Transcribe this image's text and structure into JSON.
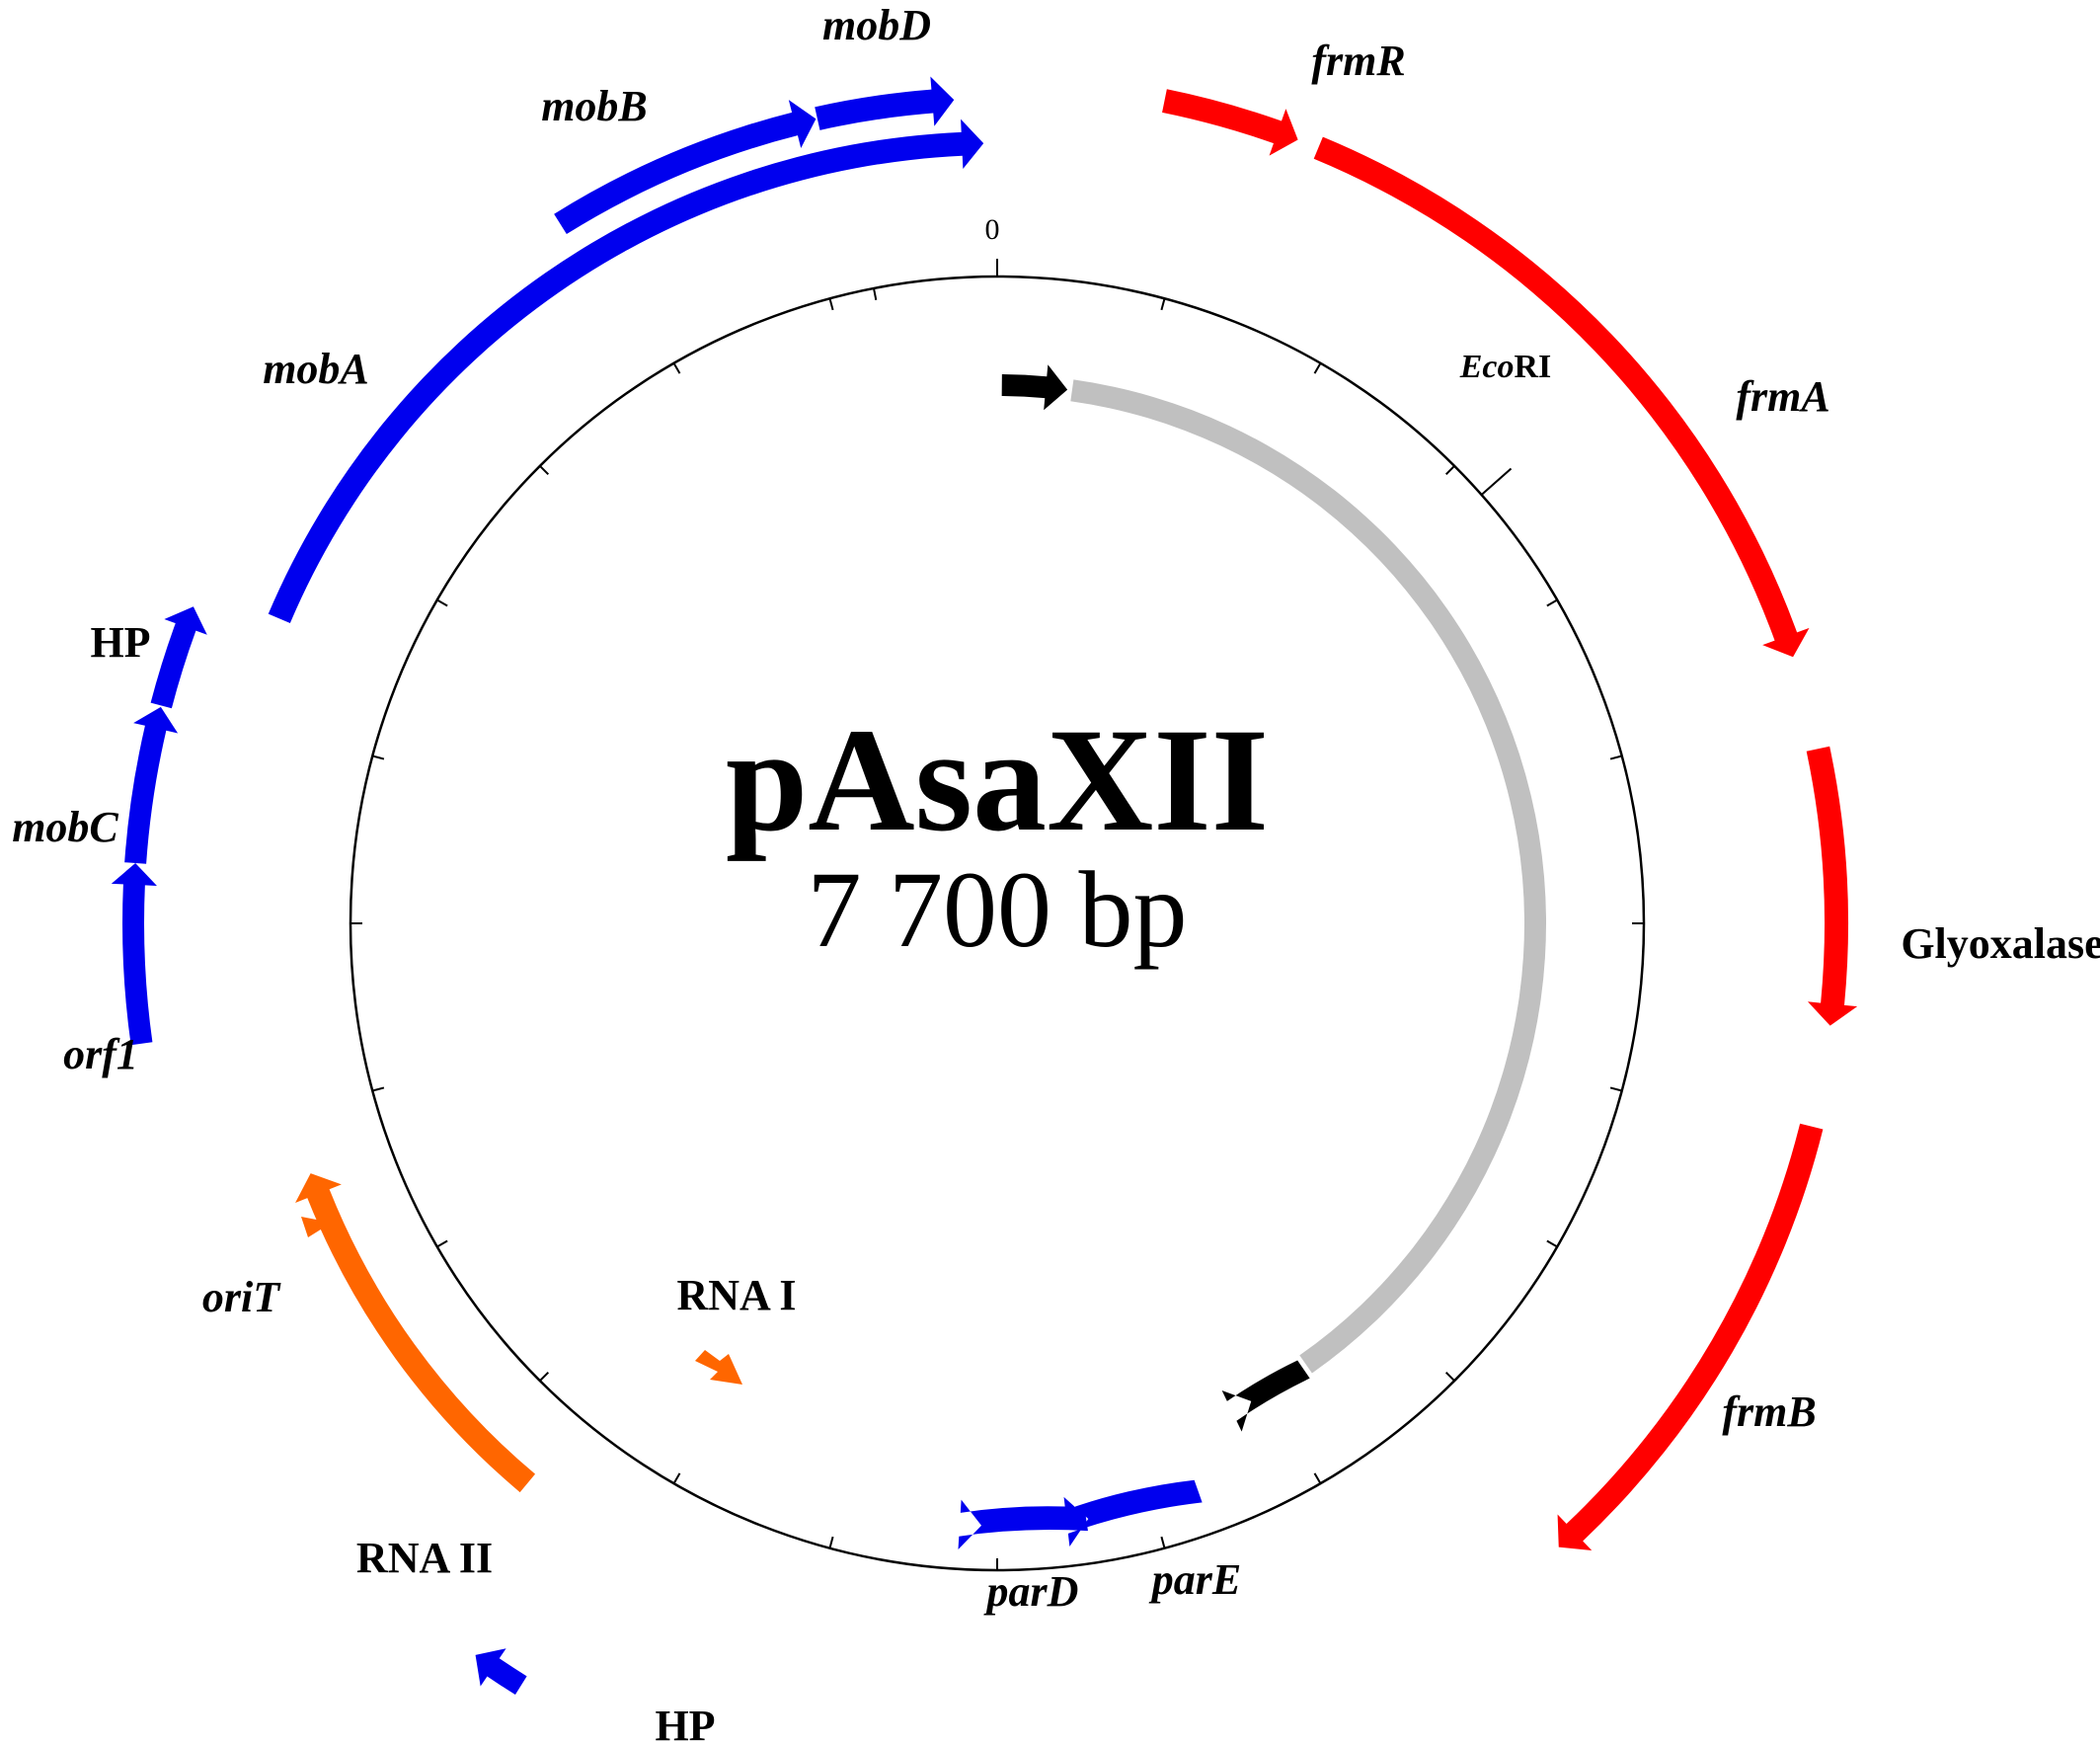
{
  "plasmid": {
    "name": "pAsaXII",
    "size": "7 700 bp",
    "origin_label": "0",
    "site": {
      "italic": "Eco",
      "plain": "RI"
    }
  },
  "colors": {
    "mob": "#0000ee",
    "frm": "#ff0000",
    "rep": "#ff6600",
    "insert": "#c0c0c0",
    "arrow": "#000000",
    "circle": "#000000"
  },
  "genes": [
    {
      "key": "mobD",
      "label": "mobD",
      "italic": true
    },
    {
      "key": "mobB",
      "label": "mobB",
      "italic": true
    },
    {
      "key": "mobA",
      "label": "mobA",
      "italic": true
    },
    {
      "key": "hp1",
      "label": "HP",
      "italic": false
    },
    {
      "key": "mobC",
      "label": "mobC",
      "italic": true
    },
    {
      "key": "orf1",
      "label": "orf1",
      "italic": true
    },
    {
      "key": "oriT",
      "label": "oriT",
      "italic": true
    },
    {
      "key": "rna1",
      "label": "RNA I",
      "italic": false
    },
    {
      "key": "rna2",
      "label": "RNA II",
      "italic": false
    },
    {
      "key": "hp2",
      "label": "HP",
      "italic": false
    },
    {
      "key": "parD",
      "label": "parD",
      "italic": true
    },
    {
      "key": "parE",
      "label": "parE",
      "italic": true
    },
    {
      "key": "frmR",
      "label": "frmR",
      "italic": true
    },
    {
      "key": "frmA",
      "label": "frmA",
      "italic": true
    },
    {
      "key": "glyox",
      "label": "Glyoxalase",
      "italic": false
    },
    {
      "key": "frmB",
      "label": "frmB",
      "italic": true
    }
  ]
}
